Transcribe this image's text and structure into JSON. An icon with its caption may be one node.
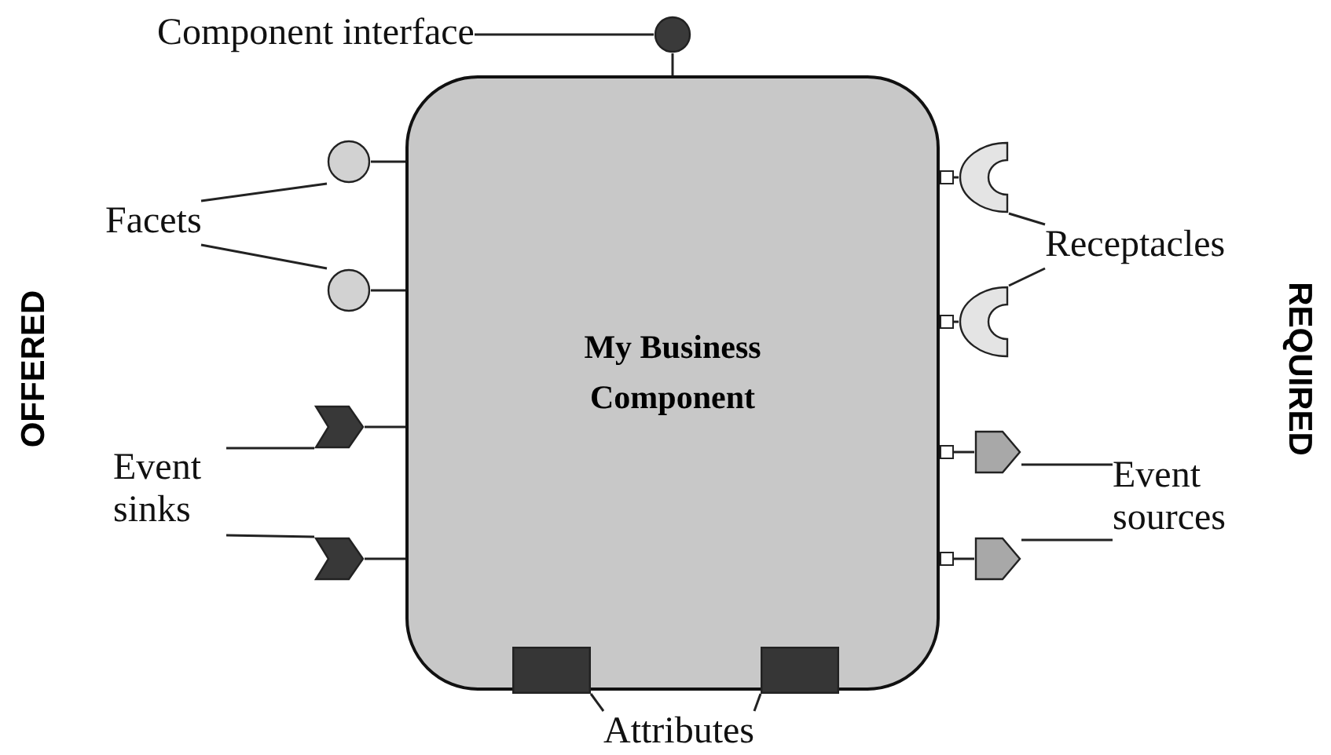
{
  "diagram": {
    "nodes": [
      {
        "text": [
          "Component interface"
        ]
      },
      {
        "text": [],
        "shape": "circle"
      },
      {
        "text": [
          "My Business Component"
        ]
      },
      {
        "text": [
          "Facets"
        ]
      },
      {
        "text": [],
        "shape": "circle"
      },
      {
        "text": [],
        "shape": "circle"
      },
      {
        "text": [
          "Receptacles"
        ]
      },
      {
        "text": [],
        "shape": "arc"
      },
      {
        "text": [],
        "shape": "arc"
      },
      {
        "text": [
          "Event sinks"
        ]
      },
      {
        "text": [],
        "shape": "chevron"
      },
      {
        "text": [],
        "shape": "chevron"
      },
      {
        "text": [
          "Event sources"
        ]
      },
      {
        "text": [],
        "shape": "pentagon"
      },
      {
        "text": [],
        "shape": "pentagon"
      },
      {
        "text": [
          "Attributes"
        ]
      },
      {
        "text": [],
        "shape": "box",
        "in": 2
      },
      {
        "text": [],
        "shape": "box",
        "in": 2
      }
    ],
    "edges": [
      {
        "from": 0,
        "to": 1,
        "arrow": "none"
      },
      {
        "from": 1,
        "to": 2,
        "arrow": "none"
      },
      {
        "from": 3,
        "to": 4,
        "arrow": "none"
      },
      {
        "from": 3,
        "to": 5,
        "arrow": "none"
      },
      {
        "from": 4,
        "to": 2,
        "arrow": "none"
      },
      {
        "from": 5,
        "to": 2,
        "arrow": "none"
      },
      {
        "from": 6,
        "to": 7,
        "arrow": "none"
      },
      {
        "from": 6,
        "to": 8,
        "arrow": "none"
      },
      {
        "from": 2,
        "to": 7,
        "arrow": "other"
      },
      {
        "from": 2,
        "to": 8,
        "arrow": "other"
      },
      {
        "from": 9,
        "to": 10,
        "arrow": "none"
      },
      {
        "from": 9,
        "to": 11,
        "arrow": "none"
      },
      {
        "from": 10,
        "to": 2,
        "arrow": "none"
      },
      {
        "from": 11,
        "to": 2,
        "arrow": "none"
      },
      {
        "from": 12,
        "to": 13,
        "arrow": "none"
      },
      {
        "from": 12,
        "to": 14,
        "arrow": "none"
      },
      {
        "from": 2,
        "to": 13,
        "arrow": "other"
      },
      {
        "from": 2,
        "to": 14,
        "arrow": "other"
      },
      {
        "from": 15,
        "to": 16,
        "arrow": "none"
      },
      {
        "from": 15,
        "to": 17,
        "arrow": "none"
      }
    ],
    "labels": [
      "OFFERED",
      "REQUIRED"
    ]
  }
}
